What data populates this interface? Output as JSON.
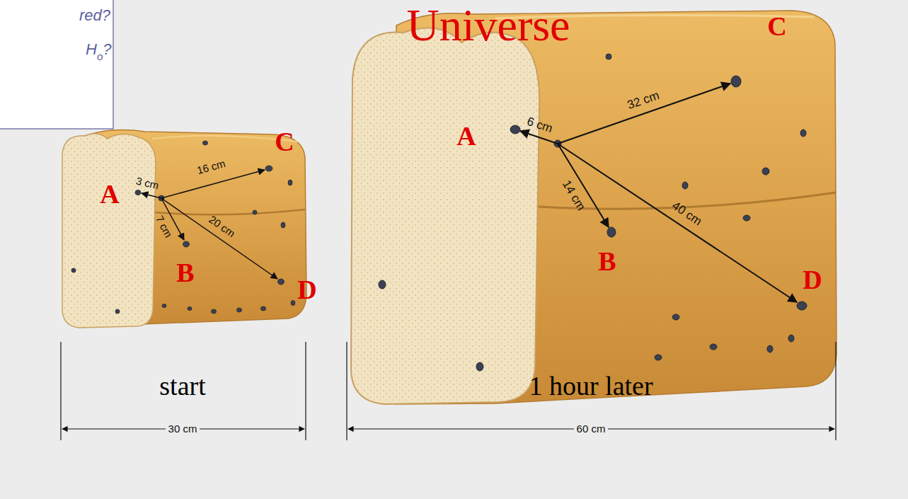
{
  "diagram": {
    "title": "Universe",
    "labels": [
      "red?",
      "H",
      "o",
      "?",
      "A",
      "B",
      "C",
      "D",
      "3 cm",
      "16 cm",
      "7 cm",
      "20 cm",
      "30 cm",
      "start",
      "A",
      "B",
      "C",
      "D",
      "6 cm",
      "32 cm",
      "14 cm",
      "40 cm",
      "60 cm",
      "1 hour later"
    ]
  }
}
